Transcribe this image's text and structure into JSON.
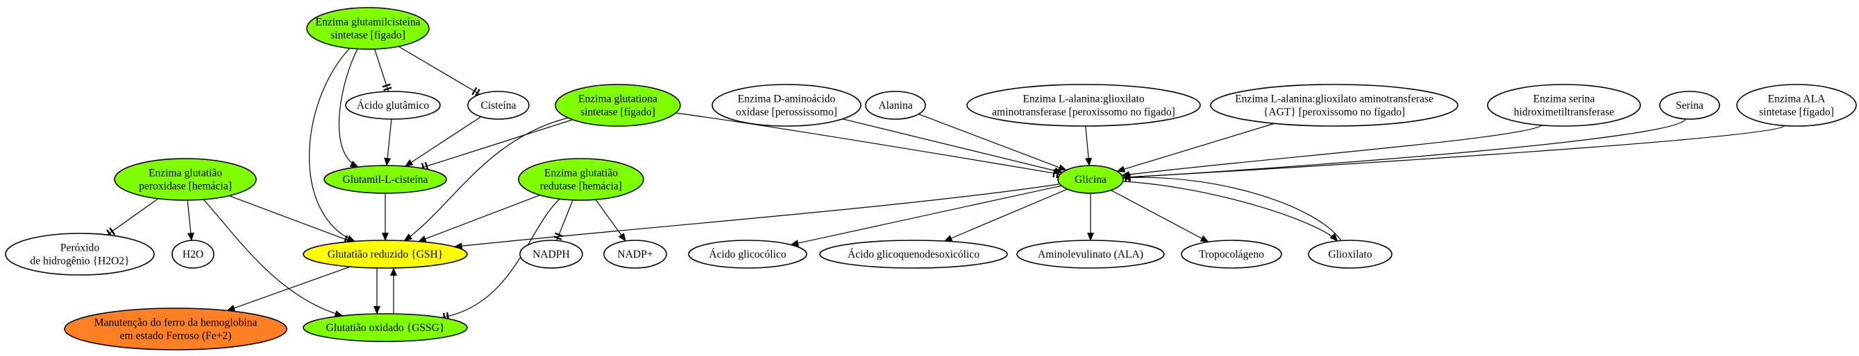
{
  "colors": {
    "green": "#7fff00",
    "yellow": "#ffff00",
    "orange": "#ff7f24",
    "white": "#ffffff"
  },
  "nodes": {
    "gcs": {
      "lines": [
        "Enzima glutamilcisteína",
        "sintetase [fígado]"
      ],
      "fill": "green"
    },
    "acido_glutamico": {
      "lines": [
        "Ácido glutâmico"
      ],
      "fill": "white"
    },
    "cisteina": {
      "lines": [
        "Cisteína"
      ],
      "fill": "white"
    },
    "glutationa_sintetase": {
      "lines": [
        "Enzima glutationa",
        "sintetase [fígado]"
      ],
      "fill": "green"
    },
    "glutamil_cisteina": {
      "lines": [
        "Glutamil-L-cisteína"
      ],
      "fill": "green"
    },
    "gpx": {
      "lines": [
        "Enzima glutatião",
        "peroxidase [hemácia]"
      ],
      "fill": "green"
    },
    "gr": {
      "lines": [
        "Enzima glutatião",
        "redutase [hemácia]"
      ],
      "fill": "green"
    },
    "peroxido": {
      "lines": [
        "Peróxido",
        "de hidrogênio {H2O2}"
      ],
      "fill": "white"
    },
    "h2o": {
      "lines": [
        "H2O"
      ],
      "fill": "white"
    },
    "gsh": {
      "lines": [
        "Glutatião reduzido {GSH}"
      ],
      "fill": "yellow"
    },
    "nadph": {
      "lines": [
        "NADPH"
      ],
      "fill": "white"
    },
    "nadp": {
      "lines": [
        "NADP+"
      ],
      "fill": "white"
    },
    "ferro": {
      "lines": [
        "Manutenção do ferro da hemoglobina",
        "em estado Ferroso (Fe+2)"
      ],
      "fill": "orange"
    },
    "gssg": {
      "lines": [
        "Glutatião oxidado {GSSG}"
      ],
      "fill": "green"
    },
    "daao": {
      "lines": [
        "Enzima D-aminoácido",
        "oxidase [perossissomo]"
      ],
      "fill": "white"
    },
    "alanina": {
      "lines": [
        "Alanina"
      ],
      "fill": "white"
    },
    "agt1": {
      "lines": [
        "Enzima L-alanina:glioxilato",
        "aminotransferase [peroxissomo no fígado]"
      ],
      "fill": "white"
    },
    "agt2": {
      "lines": [
        "Enzima L-alanina:glioxilato aminotransferase",
        "{AGT} [peroxissomo no fígado]"
      ],
      "fill": "white"
    },
    "shmt": {
      "lines": [
        "Enzima serina",
        "hidroximetiltransferase"
      ],
      "fill": "white"
    },
    "serina": {
      "lines": [
        "Serina"
      ],
      "fill": "white"
    },
    "alas": {
      "lines": [
        "Enzima ALA",
        "sintetase [fígado]"
      ],
      "fill": "white"
    },
    "glicina": {
      "lines": [
        "Glicina"
      ],
      "fill": "green"
    },
    "glicocolico": {
      "lines": [
        "Ácido glicocólico"
      ],
      "fill": "white"
    },
    "glicoquenodesoxicolico": {
      "lines": [
        "Ácido glicoquenodesoxicólico"
      ],
      "fill": "white"
    },
    "ala": {
      "lines": [
        "Aminolevulinato (ALA)"
      ],
      "fill": "white"
    },
    "tropocolageno": {
      "lines": [
        "Tropocolágeno"
      ],
      "fill": "white"
    },
    "glioxilato": {
      "lines": [
        "Glioxilato"
      ],
      "fill": "white"
    }
  },
  "edges": [
    {
      "from": "gcs",
      "to": "acido_glutamico",
      "head": "tee"
    },
    {
      "from": "gcs",
      "to": "cisteina",
      "head": "tee"
    },
    {
      "from": "gcs",
      "to": "glutamil_cisteina",
      "head": "arrow"
    },
    {
      "from": "gcs",
      "to": "gsh",
      "head": "arrow"
    },
    {
      "from": "acido_glutamico",
      "to": "glutamil_cisteina",
      "head": "arrow"
    },
    {
      "from": "cisteina",
      "to": "glutamil_cisteina",
      "head": "arrow"
    },
    {
      "from": "glutationa_sintetase",
      "to": "glutamil_cisteina",
      "head": "tee"
    },
    {
      "from": "glutationa_sintetase",
      "to": "gsh",
      "head": "arrow"
    },
    {
      "from": "glutationa_sintetase",
      "to": "glicina",
      "head": "tee"
    },
    {
      "from": "glutamil_cisteina",
      "to": "gsh",
      "head": "arrow"
    },
    {
      "from": "gpx",
      "to": "peroxido",
      "head": "tee"
    },
    {
      "from": "gpx",
      "to": "h2o",
      "head": "arrow"
    },
    {
      "from": "gpx",
      "to": "gsh",
      "head": "tee"
    },
    {
      "from": "gpx",
      "to": "gssg",
      "head": "arrow"
    },
    {
      "from": "gr",
      "to": "gsh",
      "head": "arrow"
    },
    {
      "from": "gr",
      "to": "nadph",
      "head": "tee"
    },
    {
      "from": "gr",
      "to": "nadp",
      "head": "arrow"
    },
    {
      "from": "gr",
      "to": "gssg",
      "head": "tee"
    },
    {
      "from": "gsh",
      "to": "ferro",
      "head": "arrow"
    },
    {
      "from": "gsh",
      "to": "gssg",
      "head": "arrow"
    },
    {
      "from": "gssg",
      "to": "gsh",
      "head": "arrow"
    },
    {
      "from": "glicina",
      "to": "gsh",
      "head": "arrow"
    },
    {
      "from": "daao",
      "to": "glicina",
      "head": "arrow"
    },
    {
      "from": "alanina",
      "to": "glicina",
      "head": "arrow"
    },
    {
      "from": "agt1",
      "to": "glicina",
      "head": "arrow"
    },
    {
      "from": "agt2",
      "to": "glicina",
      "head": "arrow"
    },
    {
      "from": "shmt",
      "to": "glicina",
      "head": "arrow"
    },
    {
      "from": "serina",
      "to": "glicina",
      "head": "arrow"
    },
    {
      "from": "alas",
      "to": "glicina",
      "head": "tee"
    },
    {
      "from": "glicina",
      "to": "glicocolico",
      "head": "arrow"
    },
    {
      "from": "glicina",
      "to": "glicoquenodesoxicolico",
      "head": "arrow"
    },
    {
      "from": "glicina",
      "to": "ala",
      "head": "arrow"
    },
    {
      "from": "glicina",
      "to": "tropocolageno",
      "head": "arrow"
    },
    {
      "from": "glicina",
      "to": "glioxilato",
      "head": "arrow"
    },
    {
      "from": "glioxilato",
      "to": "glicina",
      "head": "arrow"
    }
  ]
}
